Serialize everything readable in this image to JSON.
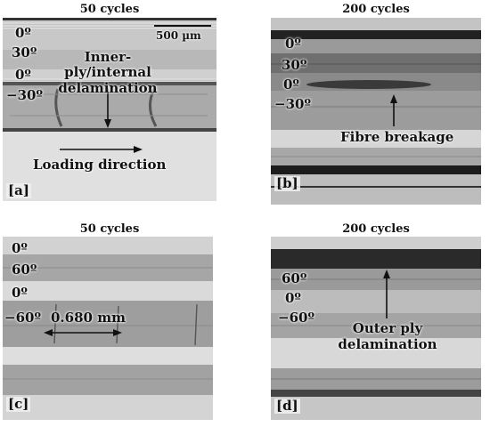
{
  "panels": {
    "a": {
      "title": "50 cycles",
      "corner": "[a]",
      "layers": [
        "0º",
        "30º",
        "0º",
        "−30º"
      ],
      "scale_bar": "500 µm",
      "annotation": "Inner-ply/internal\ndelamination",
      "loading": "Loading direction"
    },
    "b": {
      "title": "200 cycles",
      "corner": "[b]",
      "layers": [
        "0º",
        "30º",
        "0º",
        "−30º"
      ],
      "annotation": "Fibre breakage"
    },
    "c": {
      "title": "50 cycles",
      "corner": "[c]",
      "layers": [
        "0º",
        "60º",
        "0º",
        "−60º"
      ],
      "measure": "0.680 mm"
    },
    "d": {
      "title": "200 cycles",
      "corner": "[d]",
      "layers": [
        "60º",
        "0º",
        "−60º"
      ],
      "annotation": "Outer ply\ndelamination"
    }
  },
  "colors": {
    "arrow": "#111111",
    "background": "#ffffff"
  }
}
